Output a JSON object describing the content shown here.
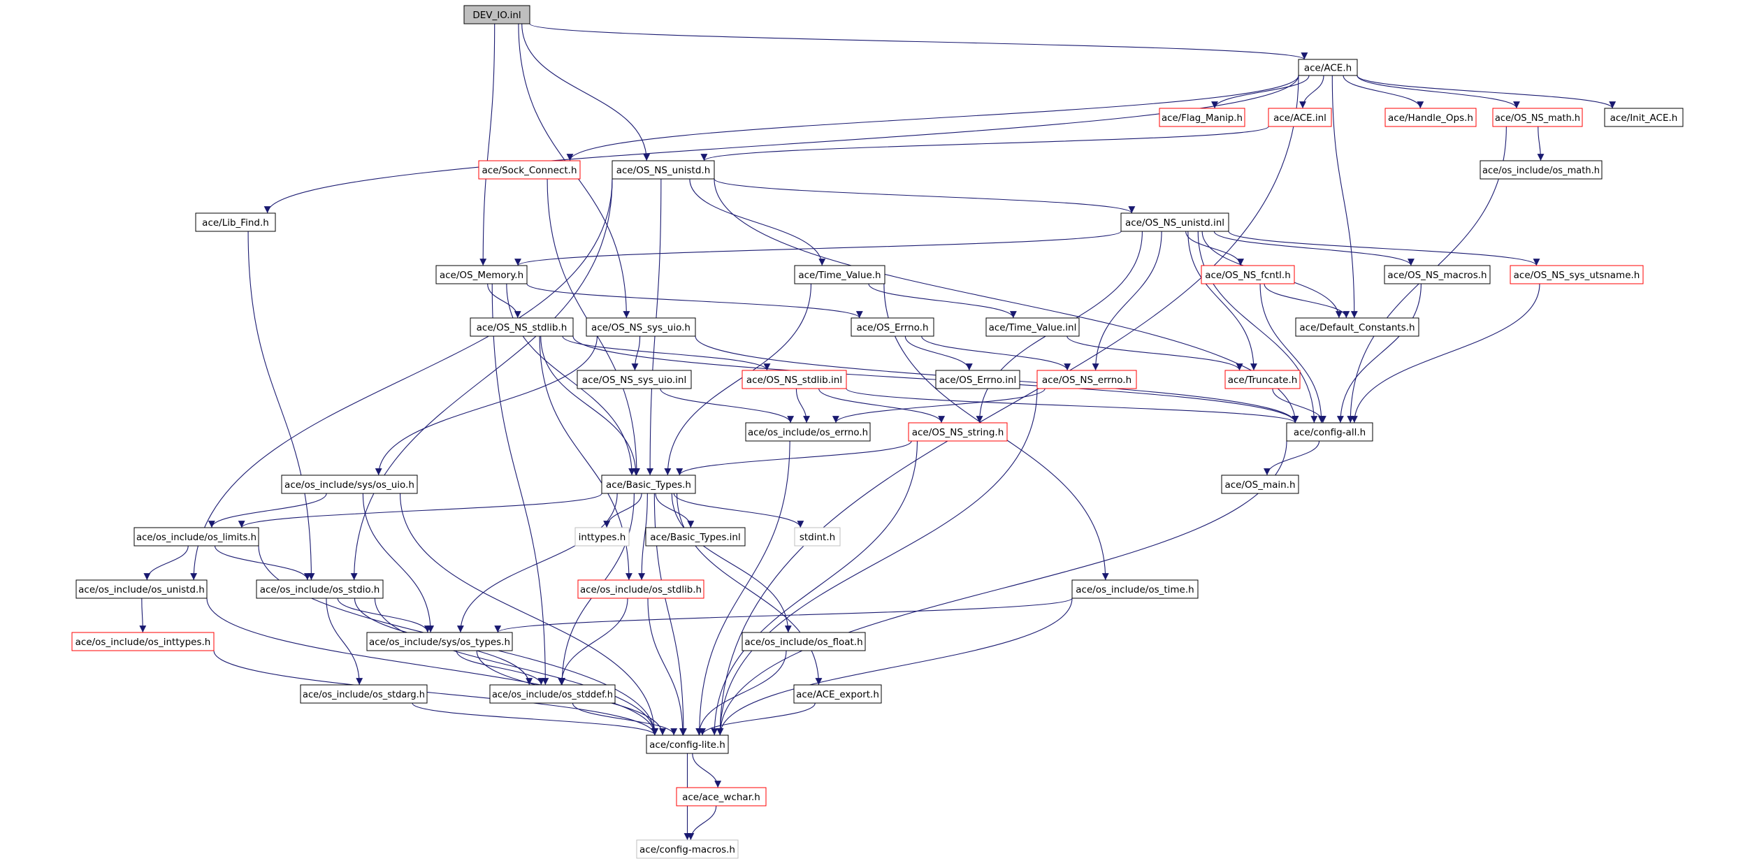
{
  "colors": {
    "edge": "#191970",
    "root_fill": "#bfbfbf",
    "normal_border": "#000000",
    "truncated_border": "#ff0000",
    "external_border": "#bfbfbf"
  },
  "nodes": [
    {
      "id": "dev_io",
      "label": "DEV_IO.inl",
      "kind": "root"
    },
    {
      "id": "ace_h",
      "label": "ace/ACE.h",
      "kind": "normal"
    },
    {
      "id": "flag_manip",
      "label": "ace/Flag_Manip.h",
      "kind": "truncated"
    },
    {
      "id": "ace_inl",
      "label": "ace/ACE.inl",
      "kind": "truncated"
    },
    {
      "id": "handle_ops",
      "label": "ace/Handle_Ops.h",
      "kind": "truncated"
    },
    {
      "id": "os_ns_math",
      "label": "ace/OS_NS_math.h",
      "kind": "truncated"
    },
    {
      "id": "init_ace",
      "label": "ace/Init_ACE.h",
      "kind": "normal"
    },
    {
      "id": "os_math",
      "label": "ace/os_include/os_math.h",
      "kind": "normal"
    },
    {
      "id": "sock_connect",
      "label": "ace/Sock_Connect.h",
      "kind": "truncated"
    },
    {
      "id": "os_ns_unistd_h",
      "label": "ace/OS_NS_unistd.h",
      "kind": "normal"
    },
    {
      "id": "lib_find",
      "label": "ace/Lib_Find.h",
      "kind": "normal"
    },
    {
      "id": "os_ns_unistd_inl",
      "label": "ace/OS_NS_unistd.inl",
      "kind": "normal"
    },
    {
      "id": "os_memory",
      "label": "ace/OS_Memory.h",
      "kind": "normal"
    },
    {
      "id": "time_value_h",
      "label": "ace/Time_Value.h",
      "kind": "normal"
    },
    {
      "id": "os_ns_fcntl",
      "label": "ace/OS_NS_fcntl.h",
      "kind": "truncated"
    },
    {
      "id": "os_ns_macros",
      "label": "ace/OS_NS_macros.h",
      "kind": "normal"
    },
    {
      "id": "os_ns_sys_utsname",
      "label": "ace/OS_NS_sys_utsname.h",
      "kind": "truncated"
    },
    {
      "id": "os_ns_stdlib_h",
      "label": "ace/OS_NS_stdlib.h",
      "kind": "normal"
    },
    {
      "id": "os_ns_sys_uio_h",
      "label": "ace/OS_NS_sys_uio.h",
      "kind": "normal"
    },
    {
      "id": "os_errno_h",
      "label": "ace/OS_Errno.h",
      "kind": "normal"
    },
    {
      "id": "time_value_inl",
      "label": "ace/Time_Value.inl",
      "kind": "normal"
    },
    {
      "id": "default_constants",
      "label": "ace/Default_Constants.h",
      "kind": "normal"
    },
    {
      "id": "os_ns_sys_uio_inl",
      "label": "ace/OS_NS_sys_uio.inl",
      "kind": "normal"
    },
    {
      "id": "os_ns_stdlib_inl",
      "label": "ace/OS_NS_stdlib.inl",
      "kind": "truncated"
    },
    {
      "id": "os_errno_inl",
      "label": "ace/OS_Errno.inl",
      "kind": "normal"
    },
    {
      "id": "os_ns_errno",
      "label": "ace/OS_NS_errno.h",
      "kind": "truncated"
    },
    {
      "id": "truncate",
      "label": "ace/Truncate.h",
      "kind": "truncated"
    },
    {
      "id": "os_inc_errno",
      "label": "ace/os_include/os_errno.h",
      "kind": "normal"
    },
    {
      "id": "os_ns_string",
      "label": "ace/OS_NS_string.h",
      "kind": "truncated"
    },
    {
      "id": "config_all",
      "label": "ace/config-all.h",
      "kind": "normal"
    },
    {
      "id": "sys_os_uio",
      "label": "ace/os_include/sys/os_uio.h",
      "kind": "normal"
    },
    {
      "id": "basic_types_h",
      "label": "ace/Basic_Types.h",
      "kind": "normal"
    },
    {
      "id": "os_main",
      "label": "ace/OS_main.h",
      "kind": "normal"
    },
    {
      "id": "os_limits",
      "label": "ace/os_include/os_limits.h",
      "kind": "normal"
    },
    {
      "id": "inttypes",
      "label": "inttypes.h",
      "kind": "external"
    },
    {
      "id": "basic_types_inl",
      "label": "ace/Basic_Types.inl",
      "kind": "normal"
    },
    {
      "id": "stdint",
      "label": "stdint.h",
      "kind": "external"
    },
    {
      "id": "os_inc_unistd",
      "label": "ace/os_include/os_unistd.h",
      "kind": "normal"
    },
    {
      "id": "os_stdio",
      "label": "ace/os_include/os_stdio.h",
      "kind": "normal"
    },
    {
      "id": "os_stdlib",
      "label": "ace/os_include/os_stdlib.h",
      "kind": "truncated"
    },
    {
      "id": "os_time",
      "label": "ace/os_include/os_time.h",
      "kind": "normal"
    },
    {
      "id": "os_inttypes",
      "label": "ace/os_include/os_inttypes.h",
      "kind": "truncated"
    },
    {
      "id": "sys_os_types",
      "label": "ace/os_include/sys/os_types.h",
      "kind": "normal"
    },
    {
      "id": "os_float",
      "label": "ace/os_include/os_float.h",
      "kind": "normal"
    },
    {
      "id": "os_stdarg",
      "label": "ace/os_include/os_stdarg.h",
      "kind": "normal"
    },
    {
      "id": "os_stddef",
      "label": "ace/os_include/os_stddef.h",
      "kind": "normal"
    },
    {
      "id": "ace_export",
      "label": "ace/ACE_export.h",
      "kind": "normal"
    },
    {
      "id": "config_lite",
      "label": "ace/config-lite.h",
      "kind": "normal"
    },
    {
      "id": "ace_wchar",
      "label": "ace/ace_wchar.h",
      "kind": "truncated"
    },
    {
      "id": "config_macros",
      "label": "ace/config-macros.h",
      "kind": "external"
    }
  ],
  "edges": [
    [
      "dev_io",
      "ace_h"
    ],
    [
      "dev_io",
      "os_ns_unistd_h"
    ],
    [
      "dev_io",
      "os_memory"
    ],
    [
      "dev_io",
      "os_ns_sys_uio_h"
    ],
    [
      "ace_h",
      "flag_manip"
    ],
    [
      "ace_h",
      "ace_inl"
    ],
    [
      "ace_h",
      "handle_ops"
    ],
    [
      "ace_h",
      "os_ns_math"
    ],
    [
      "ace_h",
      "init_ace"
    ],
    [
      "ace_h",
      "sock_connect"
    ],
    [
      "ace_h",
      "lib_find"
    ],
    [
      "ace_h",
      "default_constants"
    ],
    [
      "ace_h",
      "config_lite"
    ],
    [
      "ace_inl",
      "os_ns_unistd_h"
    ],
    [
      "os_ns_math",
      "os_math"
    ],
    [
      "os_ns_math",
      "config_all"
    ],
    [
      "sock_connect",
      "basic_types_h"
    ],
    [
      "lib_find",
      "os_stdio"
    ],
    [
      "os_ns_unistd_h",
      "os_ns_unistd_inl"
    ],
    [
      "os_ns_unistd_h",
      "time_value_h"
    ],
    [
      "os_ns_unistd_h",
      "config_all"
    ],
    [
      "os_ns_unistd_h",
      "basic_types_h"
    ],
    [
      "os_ns_unistd_h",
      "os_inc_unistd"
    ],
    [
      "os_ns_unistd_h",
      "os_stdio"
    ],
    [
      "os_ns_unistd_inl",
      "os_memory"
    ],
    [
      "os_ns_unistd_inl",
      "os_ns_fcntl"
    ],
    [
      "os_ns_unistd_inl",
      "os_ns_macros"
    ],
    [
      "os_ns_unistd_inl",
      "os_ns_sys_utsname"
    ],
    [
      "os_ns_unistd_inl",
      "default_constants"
    ],
    [
      "os_ns_unistd_inl",
      "os_ns_errno"
    ],
    [
      "os_ns_unistd_inl",
      "truncate"
    ],
    [
      "os_ns_unistd_inl",
      "os_ns_string"
    ],
    [
      "os_ns_unistd_inl",
      "config_all"
    ],
    [
      "os_memory",
      "os_ns_stdlib_h"
    ],
    [
      "os_memory",
      "os_errno_h"
    ],
    [
      "os_memory",
      "basic_types_h"
    ],
    [
      "os_memory",
      "os_stddef"
    ],
    [
      "time_value_h",
      "time_value_inl"
    ],
    [
      "time_value_h",
      "basic_types_h"
    ],
    [
      "time_value_h",
      "os_time"
    ],
    [
      "os_ns_fcntl",
      "default_constants"
    ],
    [
      "os_ns_fcntl",
      "config_all"
    ],
    [
      "os_ns_macros",
      "config_all"
    ],
    [
      "os_ns_sys_utsname",
      "config_all"
    ],
    [
      "os_ns_stdlib_h",
      "os_ns_stdlib_inl"
    ],
    [
      "os_ns_stdlib_h",
      "basic_types_h"
    ],
    [
      "os_ns_stdlib_h",
      "os_stdlib"
    ],
    [
      "os_ns_stdlib_h",
      "config_all"
    ],
    [
      "os_ns_sys_uio_h",
      "os_ns_sys_uio_inl"
    ],
    [
      "os_ns_sys_uio_h",
      "sys_os_uio"
    ],
    [
      "os_ns_sys_uio_h",
      "config_all"
    ],
    [
      "os_errno_h",
      "os_errno_inl"
    ],
    [
      "os_errno_h",
      "os_ns_errno"
    ],
    [
      "time_value_inl",
      "truncate"
    ],
    [
      "os_ns_sys_uio_inl",
      "os_inc_errno"
    ],
    [
      "os_ns_stdlib_inl",
      "os_inc_errno"
    ],
    [
      "os_ns_stdlib_inl",
      "os_ns_string"
    ],
    [
      "os_ns_stdlib_inl",
      "config_all"
    ],
    [
      "os_ns_errno",
      "os_inc_errno"
    ],
    [
      "os_ns_errno",
      "config_lite"
    ],
    [
      "truncate",
      "config_all"
    ],
    [
      "os_inc_errno",
      "config_lite"
    ],
    [
      "os_ns_string",
      "basic_types_h"
    ],
    [
      "os_ns_string",
      "config_lite"
    ],
    [
      "config_all",
      "os_main"
    ],
    [
      "config_all",
      "config_lite"
    ],
    [
      "sys_os_uio",
      "os_limits"
    ],
    [
      "sys_os_uio",
      "sys_os_types"
    ],
    [
      "sys_os_uio",
      "config_lite"
    ],
    [
      "basic_types_h",
      "os_limits"
    ],
    [
      "basic_types_h",
      "inttypes"
    ],
    [
      "basic_types_h",
      "basic_types_inl"
    ],
    [
      "basic_types_h",
      "stdint"
    ],
    [
      "basic_types_h",
      "os_stdlib"
    ],
    [
      "basic_types_h",
      "sys_os_types"
    ],
    [
      "basic_types_h",
      "os_float"
    ],
    [
      "basic_types_h",
      "ace_export"
    ],
    [
      "basic_types_h",
      "os_stddef"
    ],
    [
      "basic_types_h",
      "config_lite"
    ],
    [
      "os_limits",
      "os_inc_unistd"
    ],
    [
      "os_limits",
      "os_stdio"
    ],
    [
      "os_limits",
      "config_lite"
    ],
    [
      "os_inc_unistd",
      "os_inttypes"
    ],
    [
      "os_inc_unistd",
      "config_lite"
    ],
    [
      "os_stdio",
      "sys_os_types"
    ],
    [
      "os_stdio",
      "os_stdarg"
    ],
    [
      "os_stdio",
      "os_stddef"
    ],
    [
      "os_stdio",
      "config_lite"
    ],
    [
      "os_stdlib",
      "os_stddef"
    ],
    [
      "os_stdlib",
      "config_lite"
    ],
    [
      "os_time",
      "sys_os_types"
    ],
    [
      "os_time",
      "config_lite"
    ],
    [
      "os_inttypes",
      "config_lite"
    ],
    [
      "sys_os_types",
      "os_stddef"
    ],
    [
      "sys_os_types",
      "config_lite"
    ],
    [
      "os_float",
      "config_lite"
    ],
    [
      "os_stdarg",
      "config_lite"
    ],
    [
      "os_stddef",
      "config_lite"
    ],
    [
      "ace_export",
      "config_lite"
    ],
    [
      "config_lite",
      "ace_wchar"
    ],
    [
      "config_lite",
      "config_macros"
    ],
    [
      "ace_wchar",
      "config_macros"
    ]
  ]
}
